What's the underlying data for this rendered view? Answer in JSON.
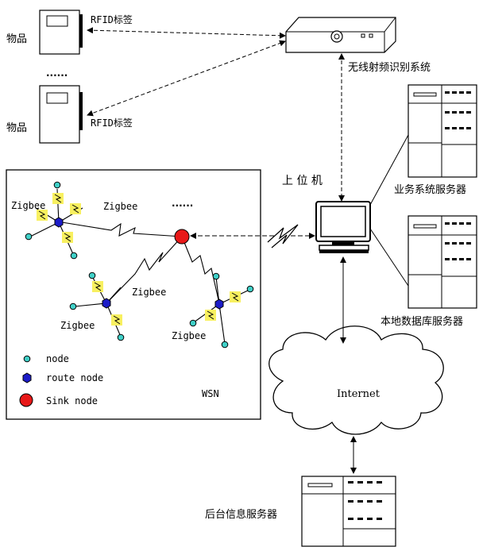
{
  "items": {
    "item_label": "物品",
    "tag_label": "RFID标签",
    "dots": "......"
  },
  "rfid_system": {
    "label": "无线射频识别系统"
  },
  "host": {
    "label": "上 位 机"
  },
  "business_server": {
    "label": "业务系统服务器"
  },
  "local_db_server": {
    "label": "本地数据库服务器"
  },
  "backend_server": {
    "label": "后台信息服务器"
  },
  "internet": {
    "label": "Internet"
  },
  "wsn": {
    "title": "WSN",
    "zigbee": "Zigbee",
    "dots": "......",
    "legend": {
      "node": "node",
      "route_node": "route node",
      "sink_node": "Sink node"
    }
  },
  "colors": {
    "node": "#40d0c8",
    "route_node": "#1c1cc8",
    "sink_node": "#e81818",
    "sensor_highlight": "#f8f060",
    "line": "#000000"
  }
}
